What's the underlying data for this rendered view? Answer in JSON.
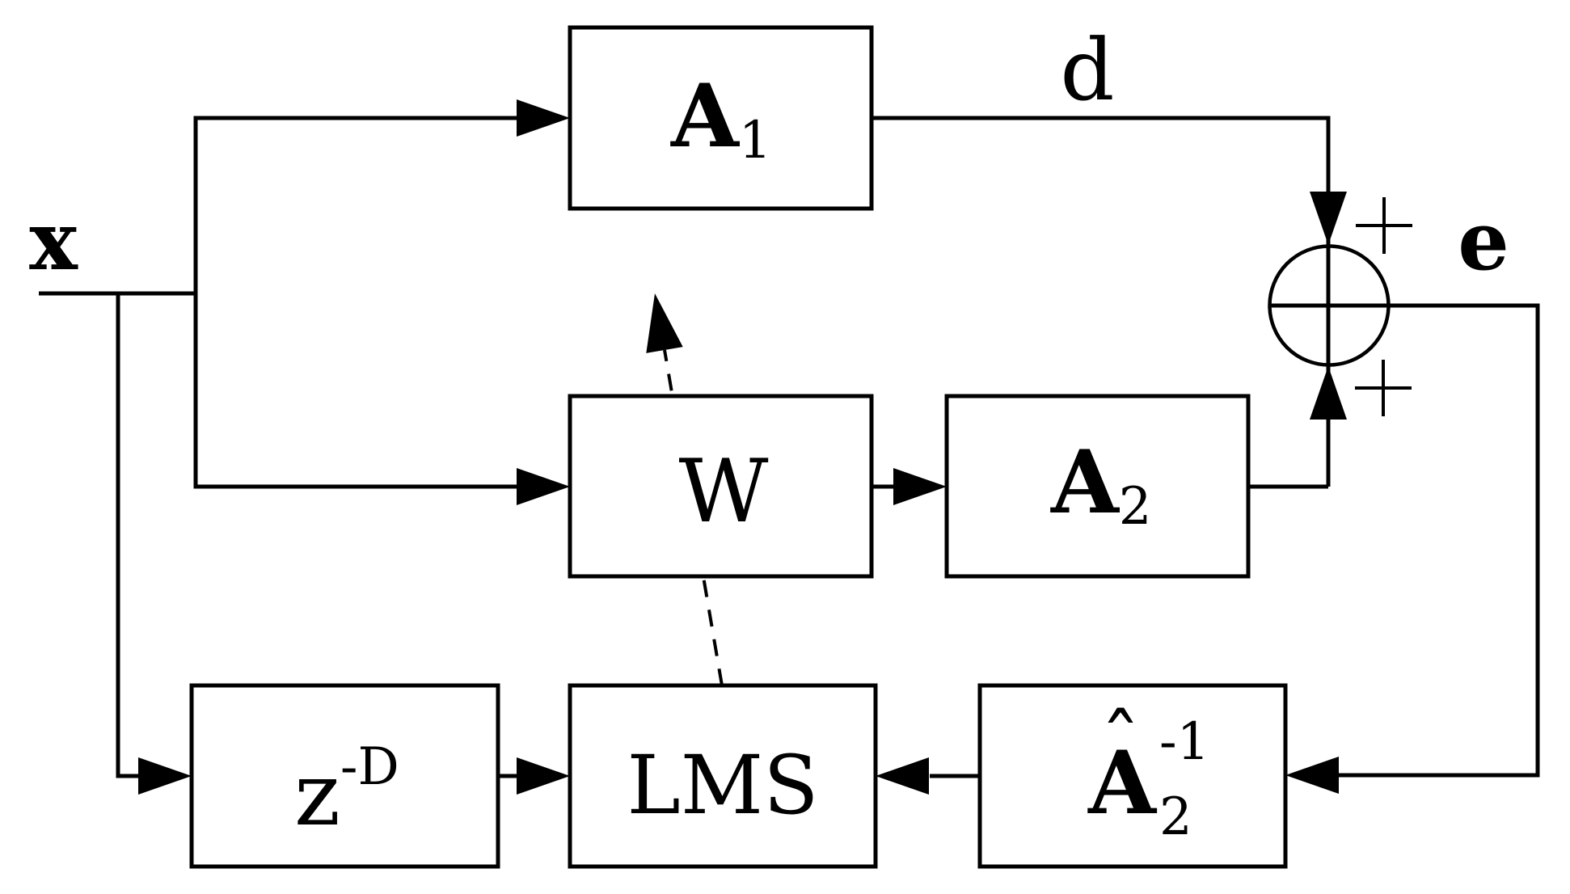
{
  "figure": {
    "type": "adaptive-filter-block-diagram",
    "background_color": "#ffffff",
    "ink_color": "#000000",
    "signals": {
      "input": "x",
      "desired": "d",
      "error": "e"
    },
    "summer": {
      "plus_top": "+",
      "plus_bottom": "+"
    },
    "blocks": {
      "a1": {
        "base": "A",
        "sub": "1"
      },
      "w": {
        "base": "W"
      },
      "a2": {
        "base": "A",
        "sub": "2"
      },
      "zd": {
        "base": "z",
        "sup": "-D"
      },
      "lms": {
        "base": "LMS"
      },
      "a2inv": {
        "base": "A",
        "hat": "ˆ",
        "sub": "2",
        "sup": "-1"
      }
    }
  }
}
